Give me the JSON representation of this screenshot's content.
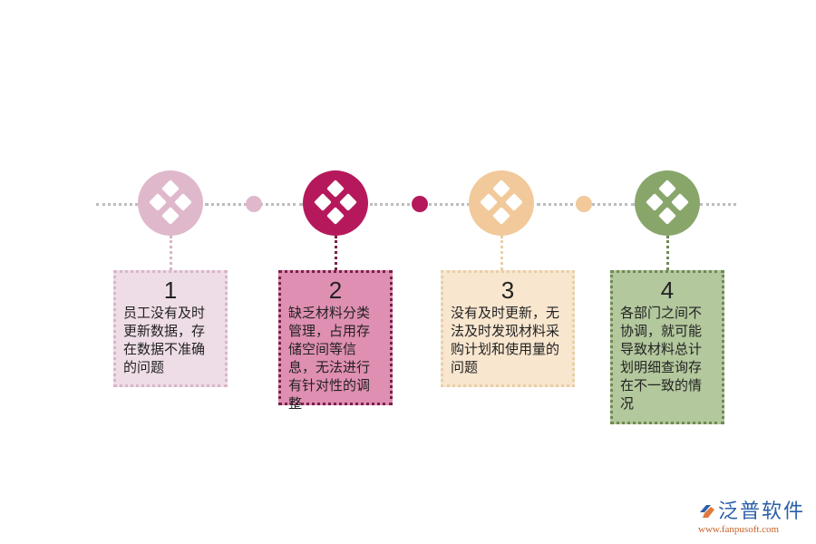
{
  "diagram": {
    "steps": [
      {
        "number": "1",
        "text": "员工没有及时更新数据，存在数据不准确的问题",
        "color": "#dfb8cc",
        "card_bg": "#eedde6",
        "border": "#d9b5c8"
      },
      {
        "number": "2",
        "text": "缺乏材料分类管理，占用存储空间等信息，无法进行有针对性的调整",
        "color": "#b5195b",
        "card_bg": "#df8fb2",
        "border": "#7a1f4a"
      },
      {
        "number": "3",
        "text": "没有及时更新，无法及时发现材料采购计划和使用量的问题",
        "color": "#f1c99a",
        "card_bg": "#f8e6cf",
        "border": "#e8cfa8"
      },
      {
        "number": "4",
        "text": "各部门之间不协调，就可能导致材料总计划明细查询存在不一致的情况",
        "color": "#88a66a",
        "card_bg": "#b3c89d",
        "border": "#6f8a55"
      }
    ],
    "connector_dots": [
      "#dfb8cc",
      "#b5195b",
      "#f1c99a"
    ]
  },
  "logo": {
    "brand": "泛普软件",
    "url": "www.fanpusoft.com"
  }
}
